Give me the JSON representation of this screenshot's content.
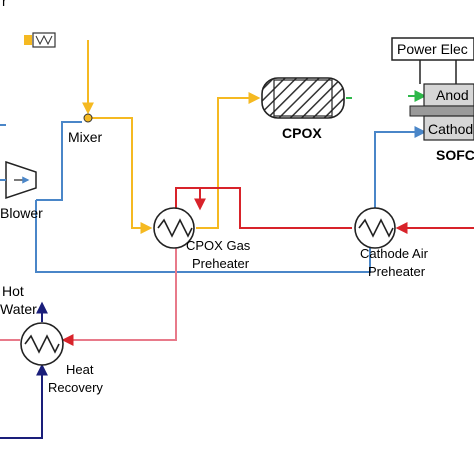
{
  "colors": {
    "fuel": "#F5B921",
    "air": "#4A86C8",
    "hot": "#D8232A",
    "hot_light": "#E87A8A",
    "water": "#1A1E7A",
    "anode_stream": "#2EB84A",
    "equipment_stroke": "#222222",
    "plate_gray": "#9A9A9A",
    "cell_gray": "#D6D6D6"
  },
  "labels": {
    "top_fragment": "r",
    "mixer": "Mixer",
    "blower": "Blower",
    "cpox": "CPOX",
    "power_electronics": "Power Elec",
    "anode": "Anod",
    "cathode": "Cathod",
    "sofc": "SOFC",
    "cpox_gas_preheater_line1": "CPOX Gas",
    "cpox_gas_preheater_line2": "Preheater",
    "cathode_air_preheater_line1": "Cathode Air",
    "cathode_air_preheater_line2": "Preheater",
    "hot_water_line1": "Hot",
    "hot_water_line2": "Water",
    "heat_recovery_line1": "Heat",
    "heat_recovery_line2": "Recovery"
  },
  "icons": {
    "valve": "zigzag-valve-icon",
    "mixer": "mixer-node-icon",
    "blower": "compressor-icon",
    "reactor": "vessel-icon",
    "heat_exchanger": "heat-exchanger-icon"
  }
}
